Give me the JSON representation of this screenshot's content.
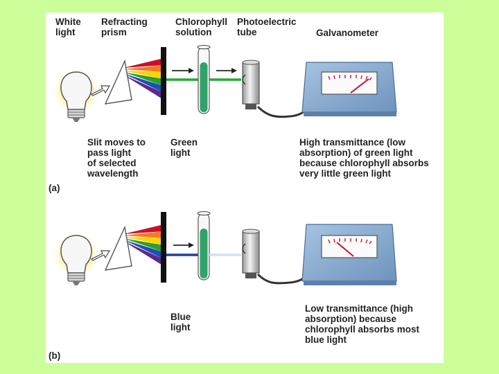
{
  "labels": {
    "white_light": "White\nlight",
    "refracting_prism": "Refracting\nprism",
    "chlorophyll_solution": "Chlorophyll\nsolution",
    "photoelectric_tube": "Photoelectric\ntube",
    "galvanometer": "Galvanometer",
    "slit_moves": "Slit moves to\npass light\nof selected\nwavelength"
  },
  "panels": [
    {
      "letter": "(a)",
      "beam_label": "Green\nlight",
      "beam_color": "#22aa33",
      "transmitted_color": "#22aa33",
      "description": "High transmittance (low\nabsorption) of green light\nbecause chlorophyll absorbs\nvery little green light",
      "needle_level": 0.85
    },
    {
      "letter": "(b)",
      "beam_label": "Blue\nlight",
      "beam_color": "#1f3fa0",
      "transmitted_color": "#cfe3ee",
      "description": "Low transmittance (high\nabsorption) because\nchlorophyll absorbs most\nblue light",
      "needle_level": 0.2
    }
  ],
  "colors": {
    "background": "#ccff99",
    "chlorophyll": "#2fa36a",
    "galvanometer_case": "#8aaed3",
    "slit": "#111111"
  }
}
